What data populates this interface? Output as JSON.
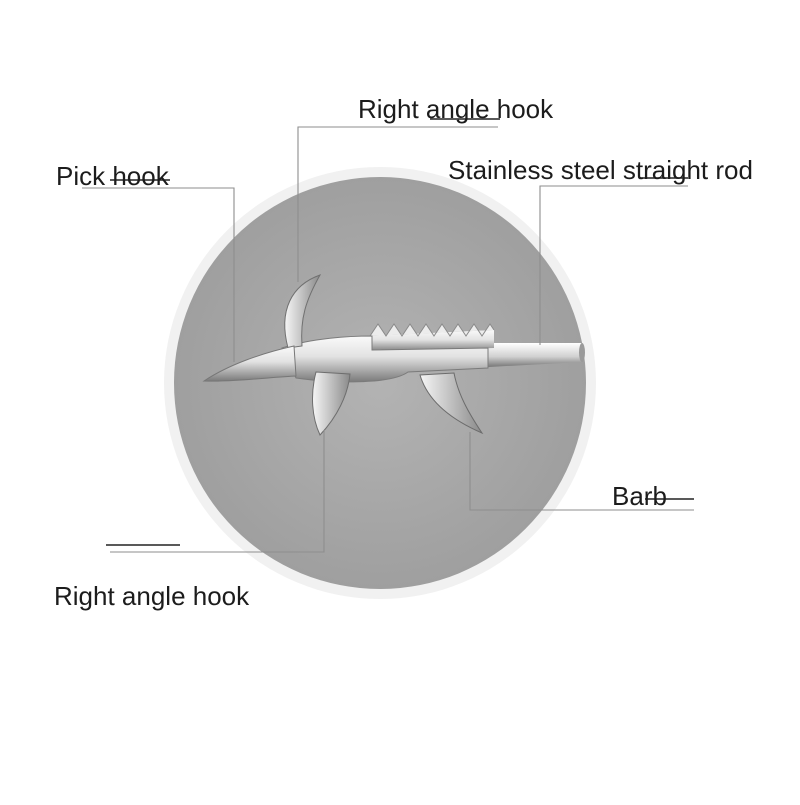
{
  "labels": {
    "right_angle_hook_top": "Right angle hook",
    "pick_hook": "Pick hook",
    "stainless_rod": "Stainless steel straight rod",
    "barb": "Barb",
    "right_angle_hook_bottom": "Right angle hook"
  },
  "colors": {
    "background": "#ffffff",
    "disc": "#a9a9a9",
    "ring": "#f1f1f1",
    "leader_line": "#8e8e8e",
    "text": "#1c1c1c",
    "metal_light": "#f7f7f7",
    "metal_dark": "#6f6f6f"
  }
}
